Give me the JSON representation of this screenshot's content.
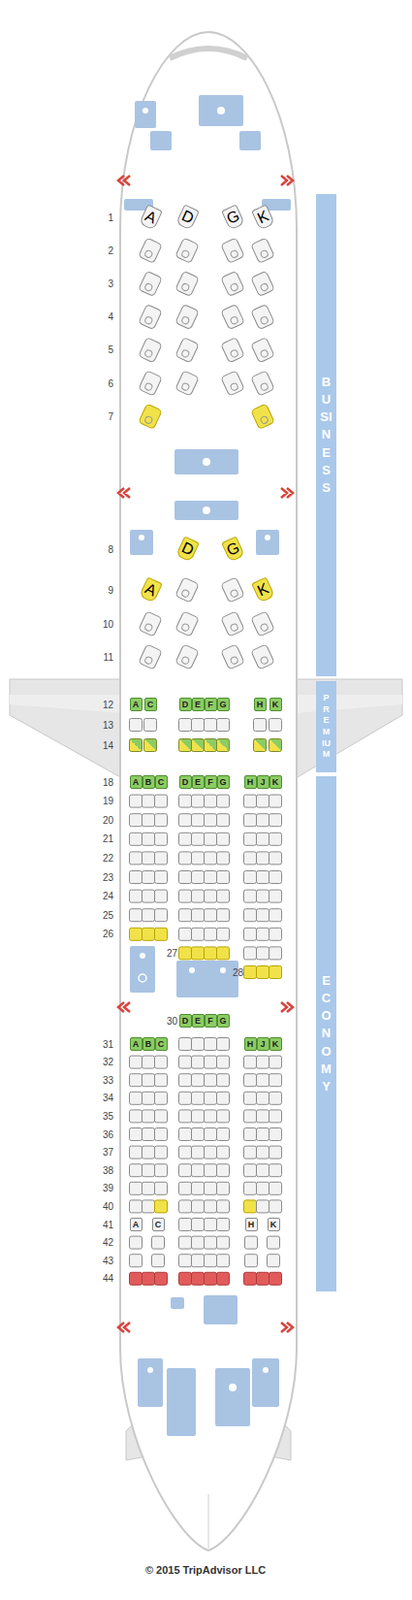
{
  "diagram": {
    "nodes": [
      {
        "text": [
          "BUSINESS"
        ]
      },
      {
        "text": [
          "A"
        ]
      },
      {
        "text": [
          "D"
        ]
      },
      {
        "text": [
          "G"
        ]
      },
      {
        "text": [
          "K"
        ]
      },
      {
        "text": [
          "D"
        ]
      },
      {
        "text": [
          "G"
        ]
      },
      {
        "text": [
          "A"
        ]
      },
      {
        "text": [
          "K"
        ]
      },
      {
        "text": [
          "PREMIUM"
        ]
      },
      {
        "text": [
          "A"
        ]
      },
      {
        "text": [
          "C"
        ]
      },
      {
        "text": [
          "D"
        ]
      },
      {
        "text": [
          "E"
        ]
      },
      {
        "text": [
          "F"
        ]
      },
      {
        "text": [
          "G"
        ]
      },
      {
        "text": [
          "H"
        ]
      },
      {
        "text": [
          "K"
        ]
      },
      {
        "text": [
          "ECONOMY"
        ]
      },
      {
        "text": [
          "A"
        ]
      },
      {
        "text": [
          "B"
        ]
      },
      {
        "text": [
          "C"
        ]
      },
      {
        "text": [
          "D"
        ]
      },
      {
        "text": [
          "E"
        ]
      },
      {
        "text": [
          "F"
        ]
      },
      {
        "text": [
          "G"
        ]
      },
      {
        "text": [
          "H"
        ]
      },
      {
        "text": [
          "J"
        ]
      },
      {
        "text": [
          "K"
        ]
      },
      {
        "text": [
          "D"
        ]
      },
      {
        "text": [
          "E"
        ]
      },
      {
        "text": [
          "F"
        ]
      },
      {
        "text": [
          "G"
        ]
      },
      {
        "text": [
          "A"
        ]
      },
      {
        "text": [
          "B"
        ]
      },
      {
        "text": [
          "C"
        ]
      },
      {
        "text": [
          "H"
        ]
      },
      {
        "text": [
          "J"
        ]
      },
      {
        "text": [
          "K"
        ]
      },
      {
        "text": [
          "A"
        ]
      },
      {
        "text": [
          "C"
        ]
      },
      {
        "text": [
          "H"
        ]
      },
      {
        "text": [
          "K"
        ]
      }
    ],
    "labels": [
      "1",
      "2",
      "3",
      "4",
      "5",
      "6",
      "7",
      "8",
      "9",
      "10",
      "11",
      "12",
      "13",
      "14",
      "18",
      "19",
      "20",
      "21",
      "22",
      "23",
      "24",
      "25",
      "26",
      "27",
      "28",
      "30",
      "31",
      "32",
      "33",
      "34",
      "35",
      "36",
      "37",
      "38",
      "39",
      "40",
      "41",
      "42",
      "43",
      "44",
      "© 2015 TripAdvisor LLC"
    ]
  }
}
